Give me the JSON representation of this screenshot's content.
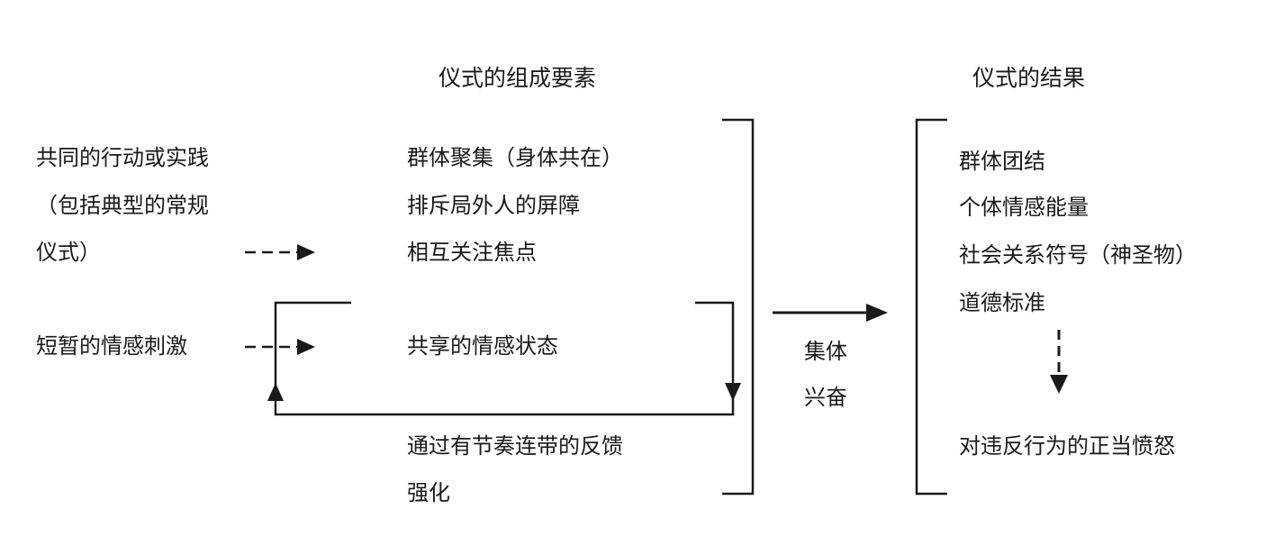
{
  "headers": {
    "components": "仪式的组成要素",
    "outcomes": "仪式的结果"
  },
  "inputs": {
    "shared_action": [
      "共同的行动或实践",
      "（包括典型的常规",
      "仪式）"
    ],
    "emotional_stimulus": "短暂的情感刺激"
  },
  "components": {
    "items": [
      "群体聚集（身体共在）",
      "排斥局外人的屏障",
      "相互关注焦点"
    ],
    "shared_mood": "共享的情感状态",
    "feedback": [
      "通过有节奏连带的反馈",
      "强化"
    ]
  },
  "middle": {
    "effervescence": [
      "集体",
      "兴奋"
    ]
  },
  "outcomes": {
    "items": [
      "群体团结",
      "个体情感能量",
      "社会关系符号（神圣物）",
      "道德标准"
    ],
    "anger": "对违反行为的正当愤怒"
  },
  "colors": {
    "ink": "#1a1a1a",
    "background": "#ffffff"
  }
}
